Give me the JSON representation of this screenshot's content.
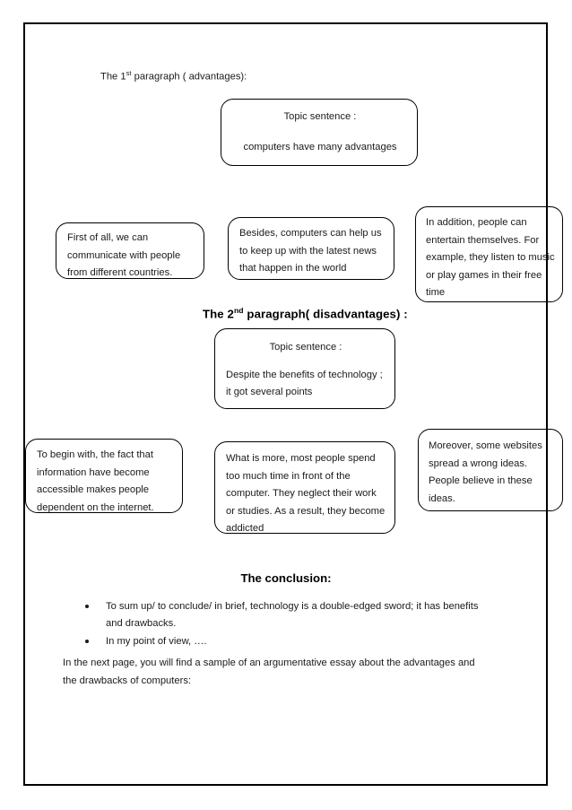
{
  "document": {
    "title": "Argumentative essay planning sheet",
    "paragraph1": {
      "label_prefix": "The 1",
      "label_sup": "st",
      "label_suffix": " paragraph ( advantages):",
      "topic_box": {
        "title": "Topic  sentence :",
        "body": "computers have many advantages"
      },
      "supporting_points": [
        "First of all, we  can communicate with people from different countries.",
        "Besides, computers can help us to keep up with the latest news that happen in the world",
        "In addition, people can entertain themselves. For example, they listen to music or play games in their free time"
      ]
    },
    "paragraph2": {
      "label_prefix": "The 2",
      "label_sup": "nd",
      "label_suffix": " paragraph( disadvantages) :",
      "topic_box": {
        "title": "Topic sentence :",
        "body": "Despite the benefits of technology ; it got several points"
      },
      "supporting_points": [
        "To begin with, the fact that information have become accessible makes people dependent on the internet.",
        "What is more, most people spend too much time in front of the computer. They neglect their work or studies. As a result, they become addicted",
        "Moreover, some websites spread a wrong ideas. People believe in these ideas."
      ]
    },
    "conclusion": {
      "heading": "The conclusion:",
      "bullets": [
        "To sum up/ to conclude/ in brief, technology is a double-edged sword; it has benefits and drawbacks.",
        "In my point of view, …."
      ],
      "closing_note": "In the next page, you will find a sample of an argumentative essay about the advantages and the drawbacks of computers:"
    }
  },
  "colors": {
    "page_border": "#000000",
    "box_border": "#000000",
    "text": "#1a1a1a",
    "background": "#ffffff"
  }
}
